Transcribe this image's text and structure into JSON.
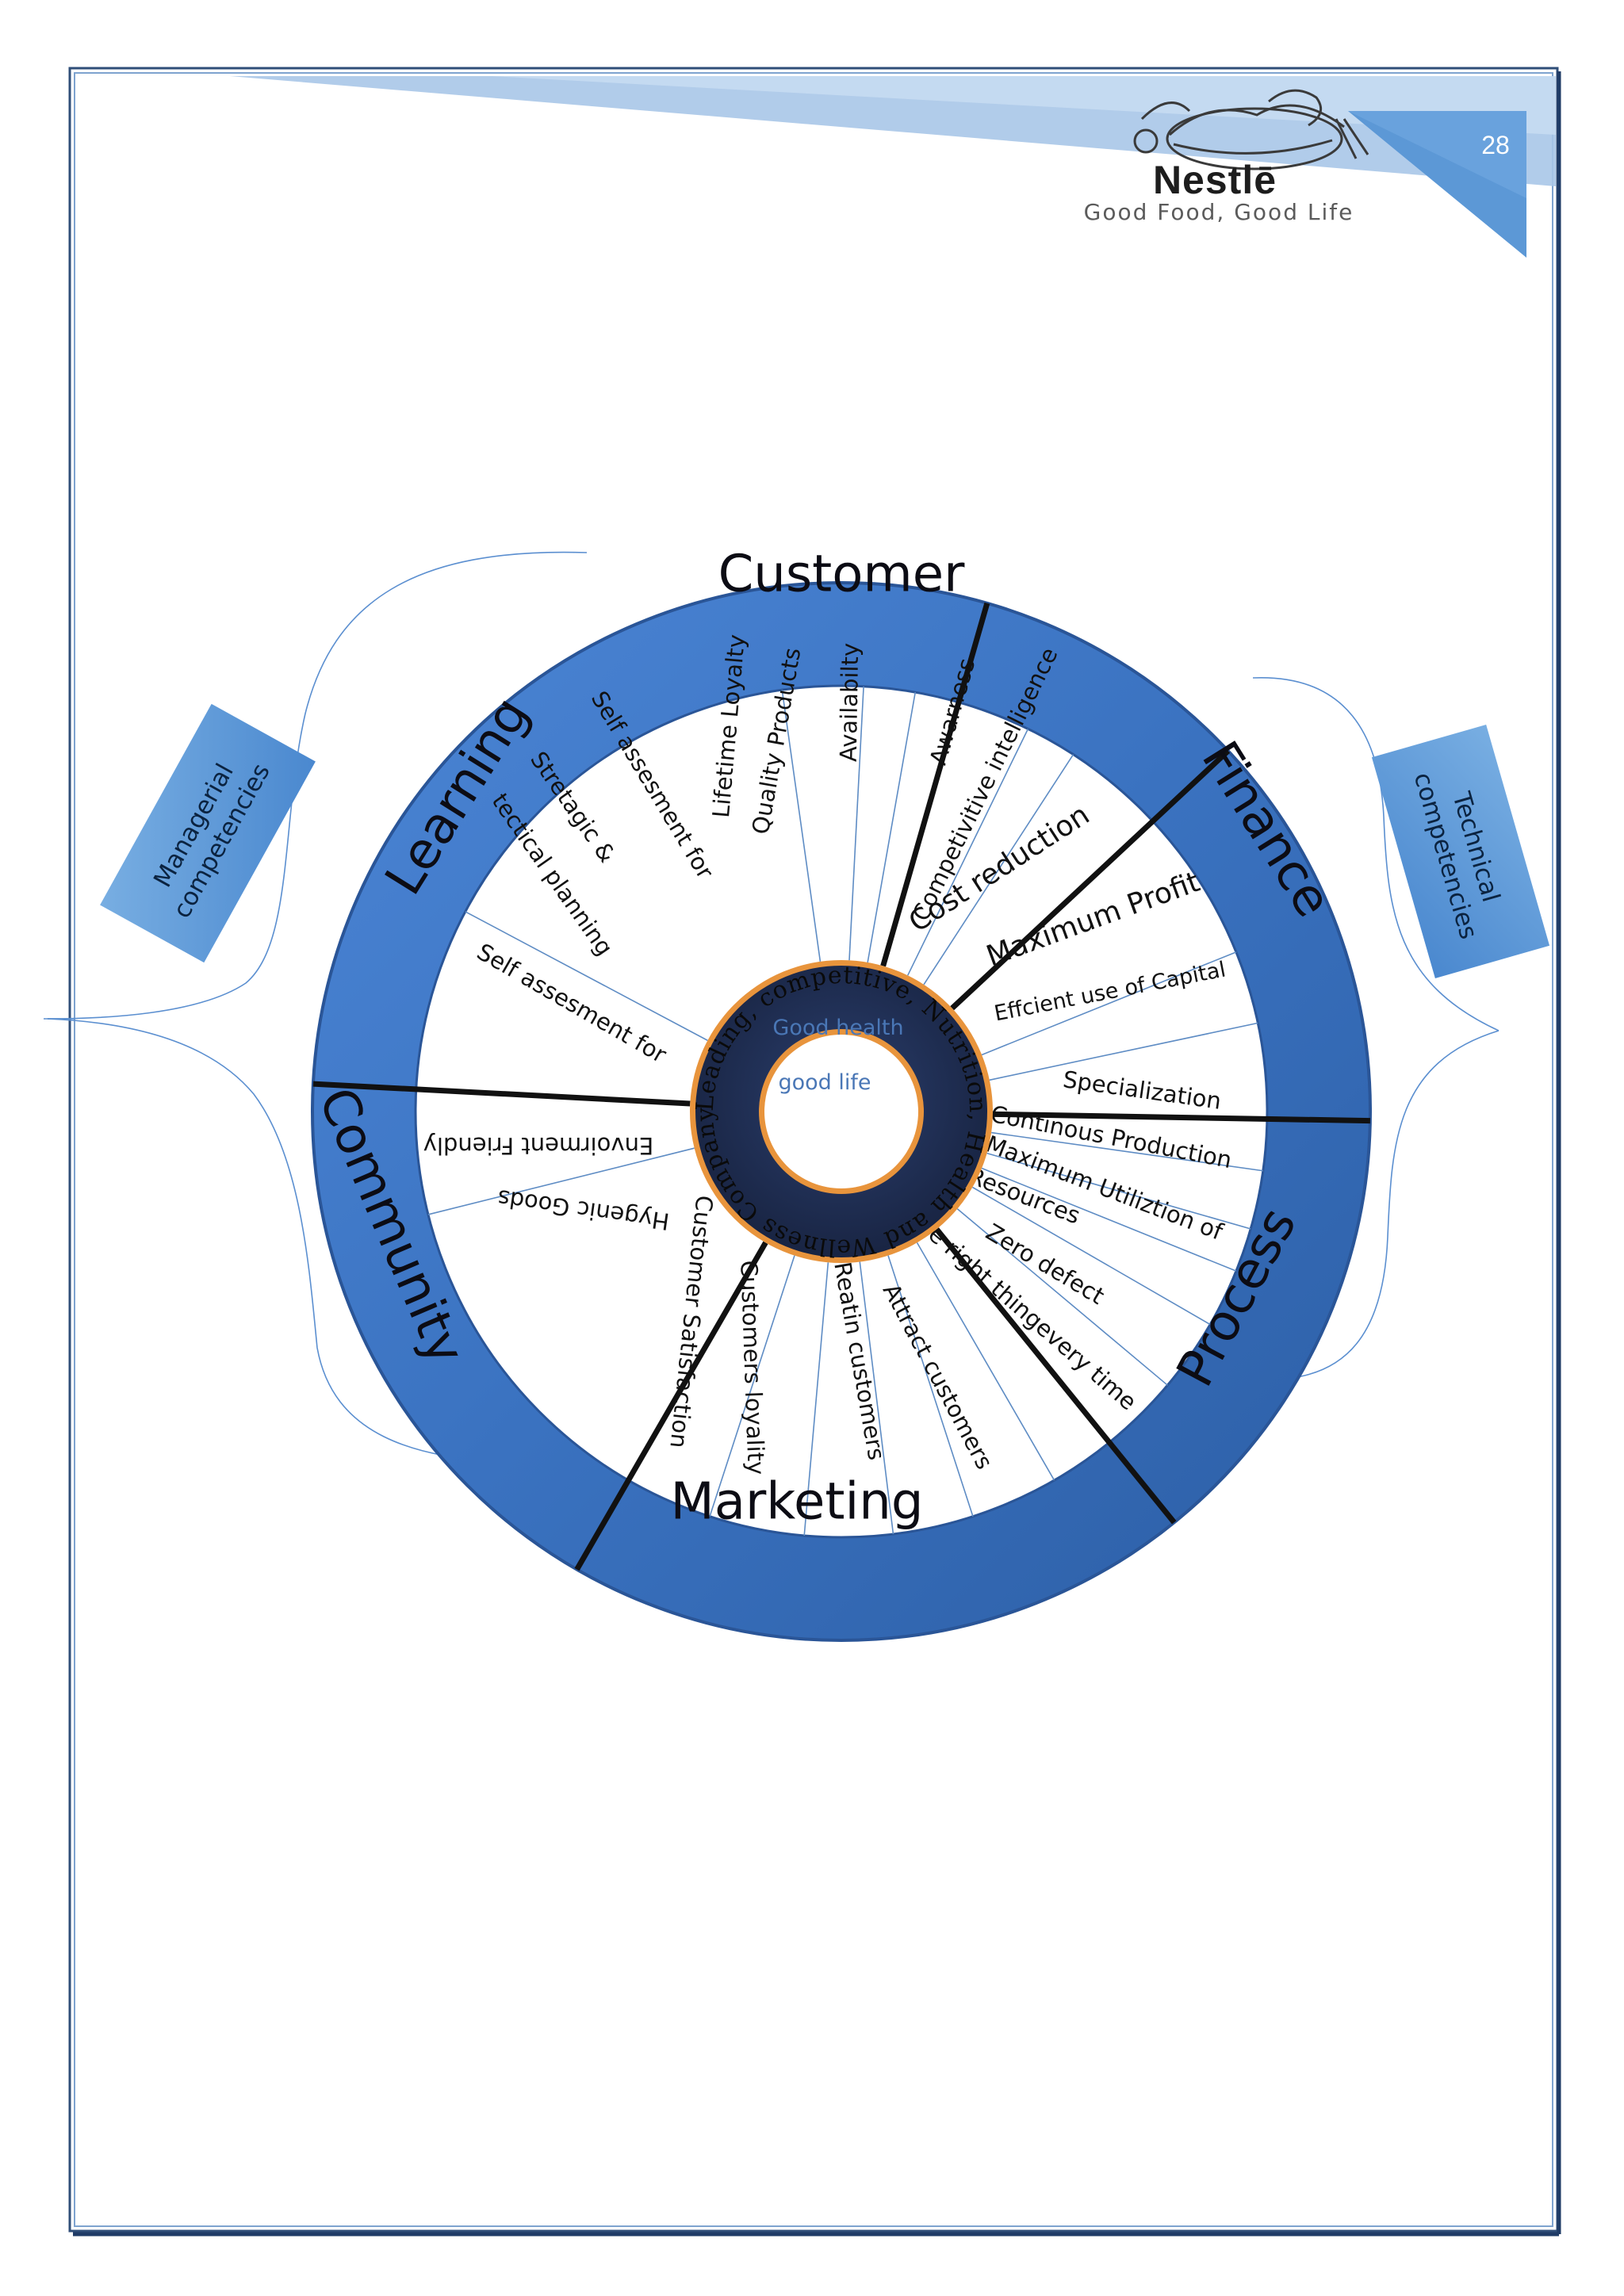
{
  "page": {
    "number": "28"
  },
  "brand": {
    "name": "Nestlē",
    "tagline": "Good Food, Good Life"
  },
  "side_labels": {
    "left": [
      "Managerial",
      "competencies"
    ],
    "right": [
      "Technical",
      "competencies"
    ]
  },
  "wheel": {
    "segments": [
      {
        "name": "Customer",
        "items": [
          "Lifetime Loyalty",
          "Quality Products",
          "Availabilty",
          "Awarness",
          "Competivitive intelligence"
        ]
      },
      {
        "name": "Finance",
        "items": [
          "Cost reduction",
          "Maximum Profit",
          "Effcient use of Capital"
        ]
      },
      {
        "name": "Process",
        "items": [
          "Specialization",
          "Continous Production",
          "Maximum Utiliztion of",
          "Resources",
          "Zero defect",
          "Do the right thingevery time"
        ]
      },
      {
        "name": "Marketing",
        "items": [
          "Attract customers",
          "Reatin customers",
          "Customers loyality",
          "Customer Satisfaction"
        ]
      },
      {
        "name": "Community",
        "items": [
          "Hygenic Goods",
          "Envoirment Friendly"
        ]
      },
      {
        "name": "Learning",
        "items": [
          "Self assesment for",
          "tectical planning",
          "Stretagic &",
          "Self assesment for"
        ]
      }
    ]
  },
  "core": {
    "ring_text": "Leading, competitive, Nutrition, Health and Wellness Company",
    "center_lines": [
      "Good health",
      "good life"
    ]
  },
  "colors": {
    "ring_blue": "#3b73c2",
    "ring_dark": "#244f8f",
    "core_navy": "#1d2b4e",
    "core_orange": "#e8943c",
    "accent_light": "#a9c7e8"
  }
}
